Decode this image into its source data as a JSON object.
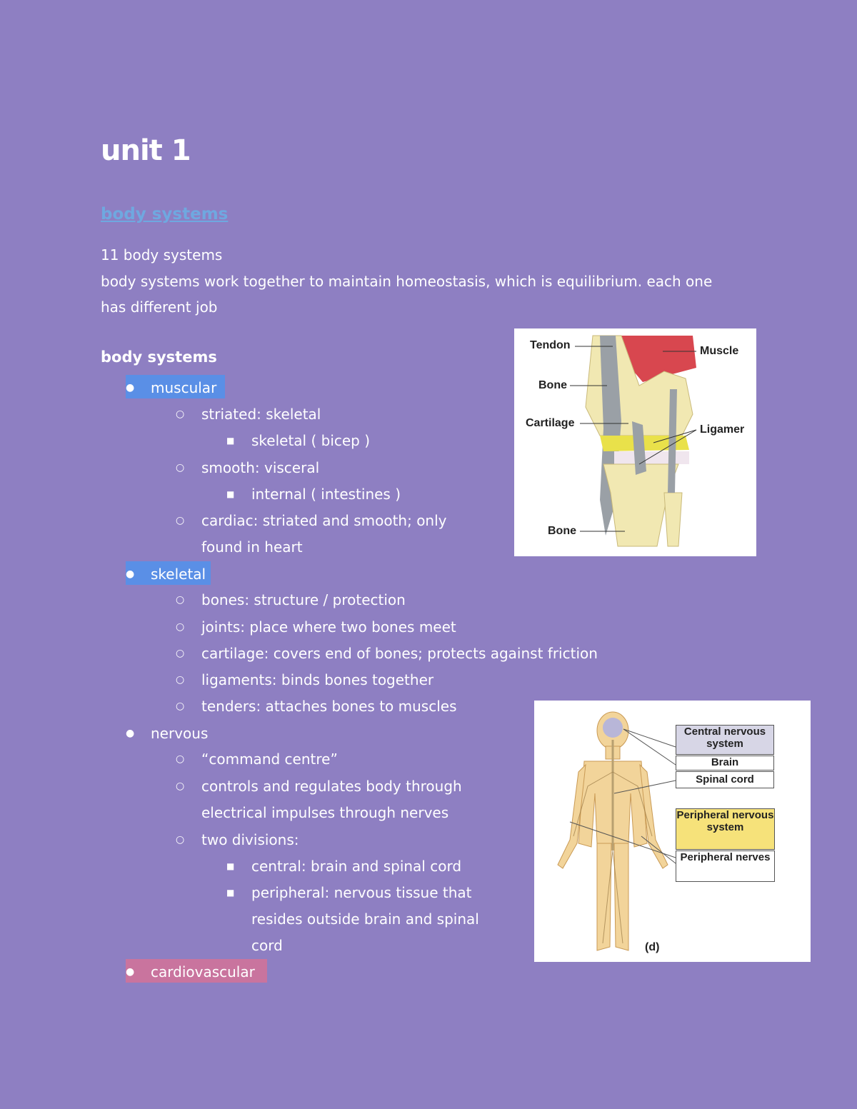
{
  "title": "unit 1",
  "section_heading": "body systems",
  "intro": {
    "line1": "11 body systems",
    "line2": "body systems work together to maintain homeostasis, which is equilibrium. each one",
    "line3": "has different job"
  },
  "list_heading": "body systems",
  "muscular": {
    "label": "muscular",
    "striated": "striated: skeletal",
    "striated_sub": "skeletal ( bicep )",
    "smooth": "smooth: visceral",
    "smooth_sub": "internal ( intestines )",
    "cardiac1": "cardiac: striated and smooth; only",
    "cardiac2": "found in heart"
  },
  "skeletal": {
    "label": "skeletal",
    "bones": "bones: structure / protection",
    "joints": "joints: place where two bones meet",
    "cartilage": "cartilage: covers end of bones; protects against friction",
    "ligaments": "ligaments: binds bones together",
    "tenders": "tenders: attaches bones to muscles"
  },
  "nervous": {
    "label": "nervous",
    "command": "“command centre”",
    "controls1": "controls and regulates body through",
    "controls2": "electrical impulses through nerves",
    "divisions": "two divisions:",
    "central": "central: brain and spinal cord",
    "peripheral1": "peripheral: nervous tissue that",
    "peripheral2": "resides outside brain and spinal",
    "peripheral3": "cord"
  },
  "cardiovascular": {
    "label": "cardiovascular"
  },
  "knee_figure": {
    "tendon": "Tendon",
    "bone_top": "Bone",
    "cartilage": "Cartilage",
    "bone_bottom": "Bone",
    "muscle": "Muscle",
    "ligament": "Ligamer"
  },
  "nervous_figure": {
    "cns": "Central nervous system",
    "brain": "Brain",
    "spinal": "Spinal cord",
    "pns": "Peripheral nervous system",
    "nerves": "Peripheral nerves",
    "panel": "(d)"
  },
  "colors": {
    "background": "#8e7fc2",
    "highlight_blue": "#5a8fe6",
    "highlight_pink": "#c9749e",
    "link": "#6fa8e0"
  }
}
